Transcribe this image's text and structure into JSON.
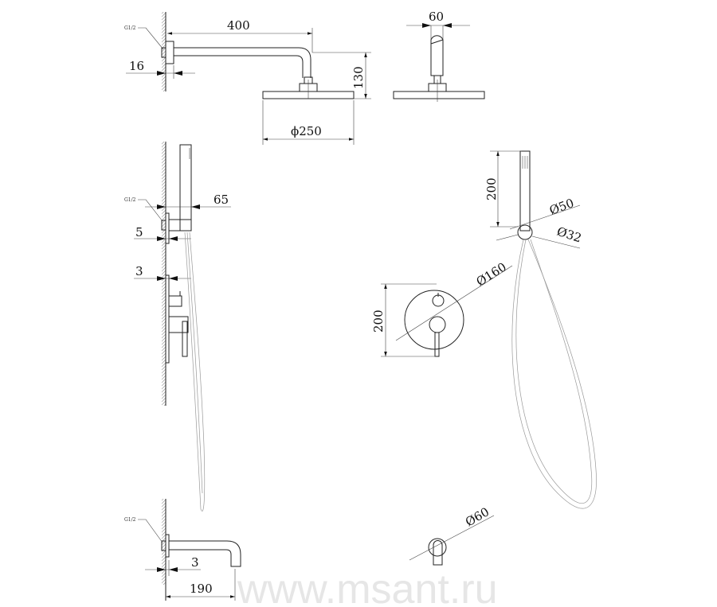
{
  "top_view": {
    "arm_length": "400",
    "wall_offset": "16",
    "drop": "130",
    "head_diameter": "ϕ250",
    "thread": "G1/2"
  },
  "top_side_view": {
    "width": "60"
  },
  "middle_view": {
    "thread": "G1/2",
    "handshower_projection": "65",
    "holder_offset": "5",
    "valve_offset": "3"
  },
  "handshower_front": {
    "length": "200",
    "holder_outer": "Ø50",
    "holder_inner": "Ø32"
  },
  "valve_front": {
    "height": "200",
    "plate_diameter": "Ø160"
  },
  "spout_view": {
    "thread": "G1/2",
    "wall_offset": "3",
    "length": "190"
  },
  "spout_front": {
    "diameter": "Ø60"
  },
  "watermark": "www.msant.ru"
}
